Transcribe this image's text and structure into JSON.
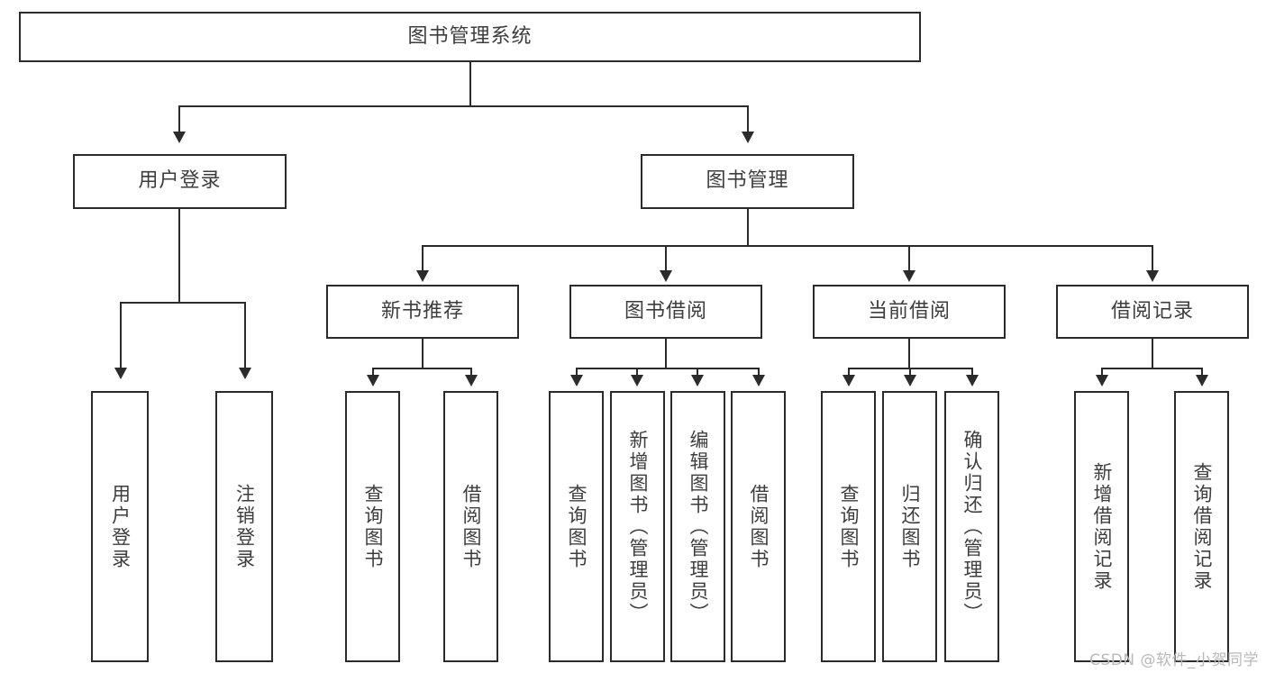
{
  "diagram": {
    "title": "图书管理系统",
    "type": "hierarchy-tree",
    "root": {
      "id": "root",
      "label": "图书管理系统"
    },
    "level2": [
      {
        "id": "user-login",
        "label": "用户登录"
      },
      {
        "id": "book-manage",
        "label": "图书管理"
      }
    ],
    "level3": [
      {
        "id": "new-book-rec",
        "label": "新书推荐",
        "parent": "book-manage"
      },
      {
        "id": "book-borrow",
        "label": "图书借阅",
        "parent": "book-manage"
      },
      {
        "id": "current-borrow",
        "label": "当前借阅",
        "parent": "book-manage"
      },
      {
        "id": "borrow-record",
        "label": "借阅记录",
        "parent": "book-manage"
      }
    ],
    "leaves": {
      "user-login": [
        {
          "id": "leaf-user-login",
          "label": "用户登录"
        },
        {
          "id": "leaf-user-logout",
          "label": "注销登录"
        }
      ],
      "new-book-rec": [
        {
          "id": "leaf-query-book-1",
          "label": "查询图书"
        },
        {
          "id": "leaf-borrow-book-1",
          "label": "借阅图书"
        }
      ],
      "book-borrow": [
        {
          "id": "leaf-query-book-2",
          "label": "查询图书"
        },
        {
          "id": "leaf-add-book",
          "label": "新增图书（管理员）"
        },
        {
          "id": "leaf-edit-book",
          "label": "编辑图书（管理员）"
        },
        {
          "id": "leaf-borrow-book-2",
          "label": "借阅图书"
        }
      ],
      "current-borrow": [
        {
          "id": "leaf-query-book-3",
          "label": "查询图书"
        },
        {
          "id": "leaf-return-book",
          "label": "归还图书"
        },
        {
          "id": "leaf-confirm-return",
          "label": "确认归还（管理员）"
        }
      ],
      "borrow-record": [
        {
          "id": "leaf-add-record",
          "label": "新增借阅记录"
        },
        {
          "id": "leaf-query-record",
          "label": "查询借阅记录"
        }
      ]
    }
  },
  "watermark": {
    "text": "CSDN @软件_小贺同学"
  },
  "colors": {
    "stroke": "#2b2b2b",
    "text": "#3d3d3d",
    "background": "#ffffff",
    "watermark": "#b9b9b9"
  }
}
